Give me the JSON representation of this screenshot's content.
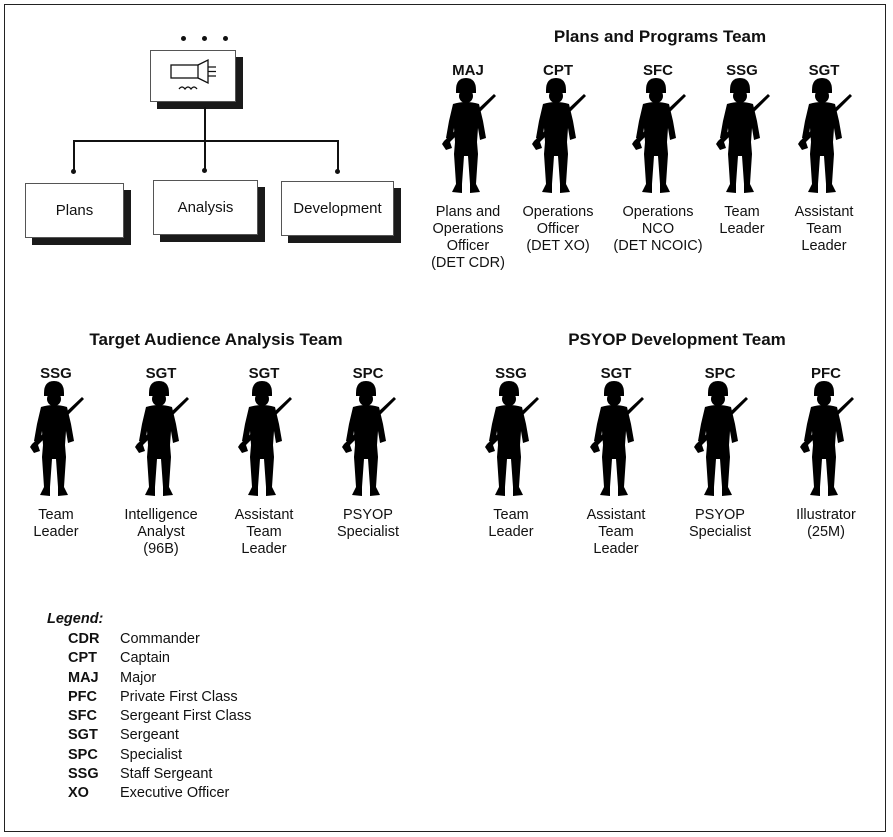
{
  "org_chart": {
    "ellipsis": "...",
    "top_symbol": "psyop-loudspeaker-symbol",
    "sections": [
      "Plans",
      "Analysis",
      "Development"
    ]
  },
  "teams": [
    {
      "title": "Plans and Programs Team",
      "members": [
        {
          "rank": "MAJ",
          "role": [
            "Plans and",
            "Operations",
            "Officer",
            "(DET CDR)"
          ]
        },
        {
          "rank": "CPT",
          "role": [
            "Operations",
            "Officer",
            "(DET XO)"
          ]
        },
        {
          "rank": "SFC",
          "role": [
            "Operations",
            "NCO",
            "(DET NCOIC)"
          ]
        },
        {
          "rank": "SSG",
          "role": [
            "Team",
            "Leader"
          ]
        },
        {
          "rank": "SGT",
          "role": [
            "Assistant",
            "Team",
            "Leader"
          ]
        }
      ]
    },
    {
      "title": "Target Audience Analysis Team",
      "members": [
        {
          "rank": "SSG",
          "role": [
            "Team",
            "Leader"
          ]
        },
        {
          "rank": "SGT",
          "role": [
            "Intelligence",
            "Analyst",
            "(96B)"
          ]
        },
        {
          "rank": "SGT",
          "role": [
            "Assistant",
            "Team",
            "Leader"
          ]
        },
        {
          "rank": "SPC",
          "role": [
            "PSYOP",
            "Specialist"
          ]
        }
      ]
    },
    {
      "title": "PSYOP Development Team",
      "members": [
        {
          "rank": "SSG",
          "role": [
            "Team",
            "Leader"
          ]
        },
        {
          "rank": "SGT",
          "role": [
            "Assistant",
            "Team",
            "Leader"
          ]
        },
        {
          "rank": "SPC",
          "role": [
            "PSYOP",
            "Specialist"
          ]
        },
        {
          "rank": "PFC",
          "role": [
            "Illustrator",
            "(25M)"
          ]
        }
      ]
    }
  ],
  "legend": {
    "heading": "Legend:",
    "items": [
      {
        "abbr": "CDR",
        "meaning": "Commander"
      },
      {
        "abbr": "CPT",
        "meaning": "Captain"
      },
      {
        "abbr": "MAJ",
        "meaning": "Major"
      },
      {
        "abbr": "PFC",
        "meaning": "Private First Class"
      },
      {
        "abbr": "SFC",
        "meaning": "Sergeant First Class"
      },
      {
        "abbr": "SGT",
        "meaning": "Sergeant"
      },
      {
        "abbr": "SPC",
        "meaning": "Specialist"
      },
      {
        "abbr": "SSG",
        "meaning": "Staff Sergeant"
      },
      {
        "abbr": "XO",
        "meaning": "Executive Officer"
      }
    ]
  }
}
